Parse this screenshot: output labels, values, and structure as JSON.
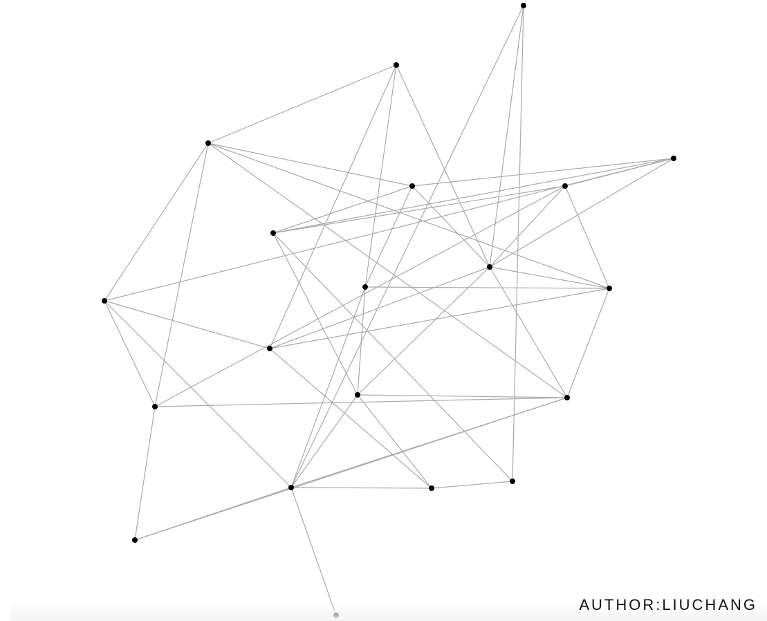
{
  "author": "AUTHOR:LIUCHANG",
  "colors": {
    "edge": "#a9a9a9",
    "node": "#000000",
    "background": "#ffffff"
  },
  "graph": {
    "nodes": [
      {
        "id": "n1"
      },
      {
        "id": "n2"
      },
      {
        "id": "n3"
      },
      {
        "id": "n4"
      },
      {
        "id": "n5"
      },
      {
        "id": "n6"
      },
      {
        "id": "n7"
      },
      {
        "id": "n8"
      },
      {
        "id": "n9"
      },
      {
        "id": "n10"
      },
      {
        "id": "n11"
      },
      {
        "id": "n12"
      },
      {
        "id": "n13"
      },
      {
        "id": "n14"
      },
      {
        "id": "n15"
      },
      {
        "id": "n16"
      },
      {
        "id": "n17"
      },
      {
        "id": "n18"
      },
      {
        "id": "n19"
      },
      {
        "id": "n20"
      }
    ],
    "edges": [
      [
        "n1",
        "n17"
      ],
      [
        "n1",
        "n15"
      ],
      [
        "n1",
        "n8"
      ],
      [
        "n2",
        "n12"
      ],
      [
        "n2",
        "n8"
      ],
      [
        "n2",
        "n3"
      ],
      [
        "n2",
        "n11"
      ],
      [
        "n3",
        "n9"
      ],
      [
        "n3",
        "n6"
      ],
      [
        "n3",
        "n18"
      ],
      [
        "n3",
        "n10"
      ],
      [
        "n3",
        "n14"
      ],
      [
        "n4",
        "n5"
      ],
      [
        "n4",
        "n6"
      ],
      [
        "n4",
        "n8"
      ],
      [
        "n4",
        "n10"
      ],
      [
        "n4",
        "n7"
      ],
      [
        "n5",
        "n18"
      ],
      [
        "n5",
        "n7"
      ],
      [
        "n5",
        "n8"
      ],
      [
        "n5",
        "n9"
      ],
      [
        "n6",
        "n8"
      ],
      [
        "n6",
        "n11"
      ],
      [
        "n6",
        "n7"
      ],
      [
        "n7",
        "n17"
      ],
      [
        "n7",
        "n13"
      ],
      [
        "n8",
        "n9"
      ],
      [
        "n8",
        "n12"
      ],
      [
        "n8",
        "n13"
      ],
      [
        "n8",
        "n14"
      ],
      [
        "n9",
        "n12"
      ],
      [
        "n9",
        "n11"
      ],
      [
        "n9",
        "n14"
      ],
      [
        "n10",
        "n12"
      ],
      [
        "n10",
        "n15"
      ],
      [
        "n10",
        "n18"
      ],
      [
        "n11",
        "n13"
      ],
      [
        "n11",
        "n15"
      ],
      [
        "n12",
        "n16"
      ],
      [
        "n13",
        "n14"
      ],
      [
        "n13",
        "n15"
      ],
      [
        "n13",
        "n16"
      ],
      [
        "n14",
        "n19"
      ],
      [
        "n14",
        "n18"
      ],
      [
        "n14",
        "n15"
      ],
      [
        "n15",
        "n16"
      ],
      [
        "n15",
        "n19"
      ],
      [
        "n15",
        "n20"
      ],
      [
        "n16",
        "n17"
      ],
      [
        "n18",
        "n19"
      ]
    ]
  }
}
